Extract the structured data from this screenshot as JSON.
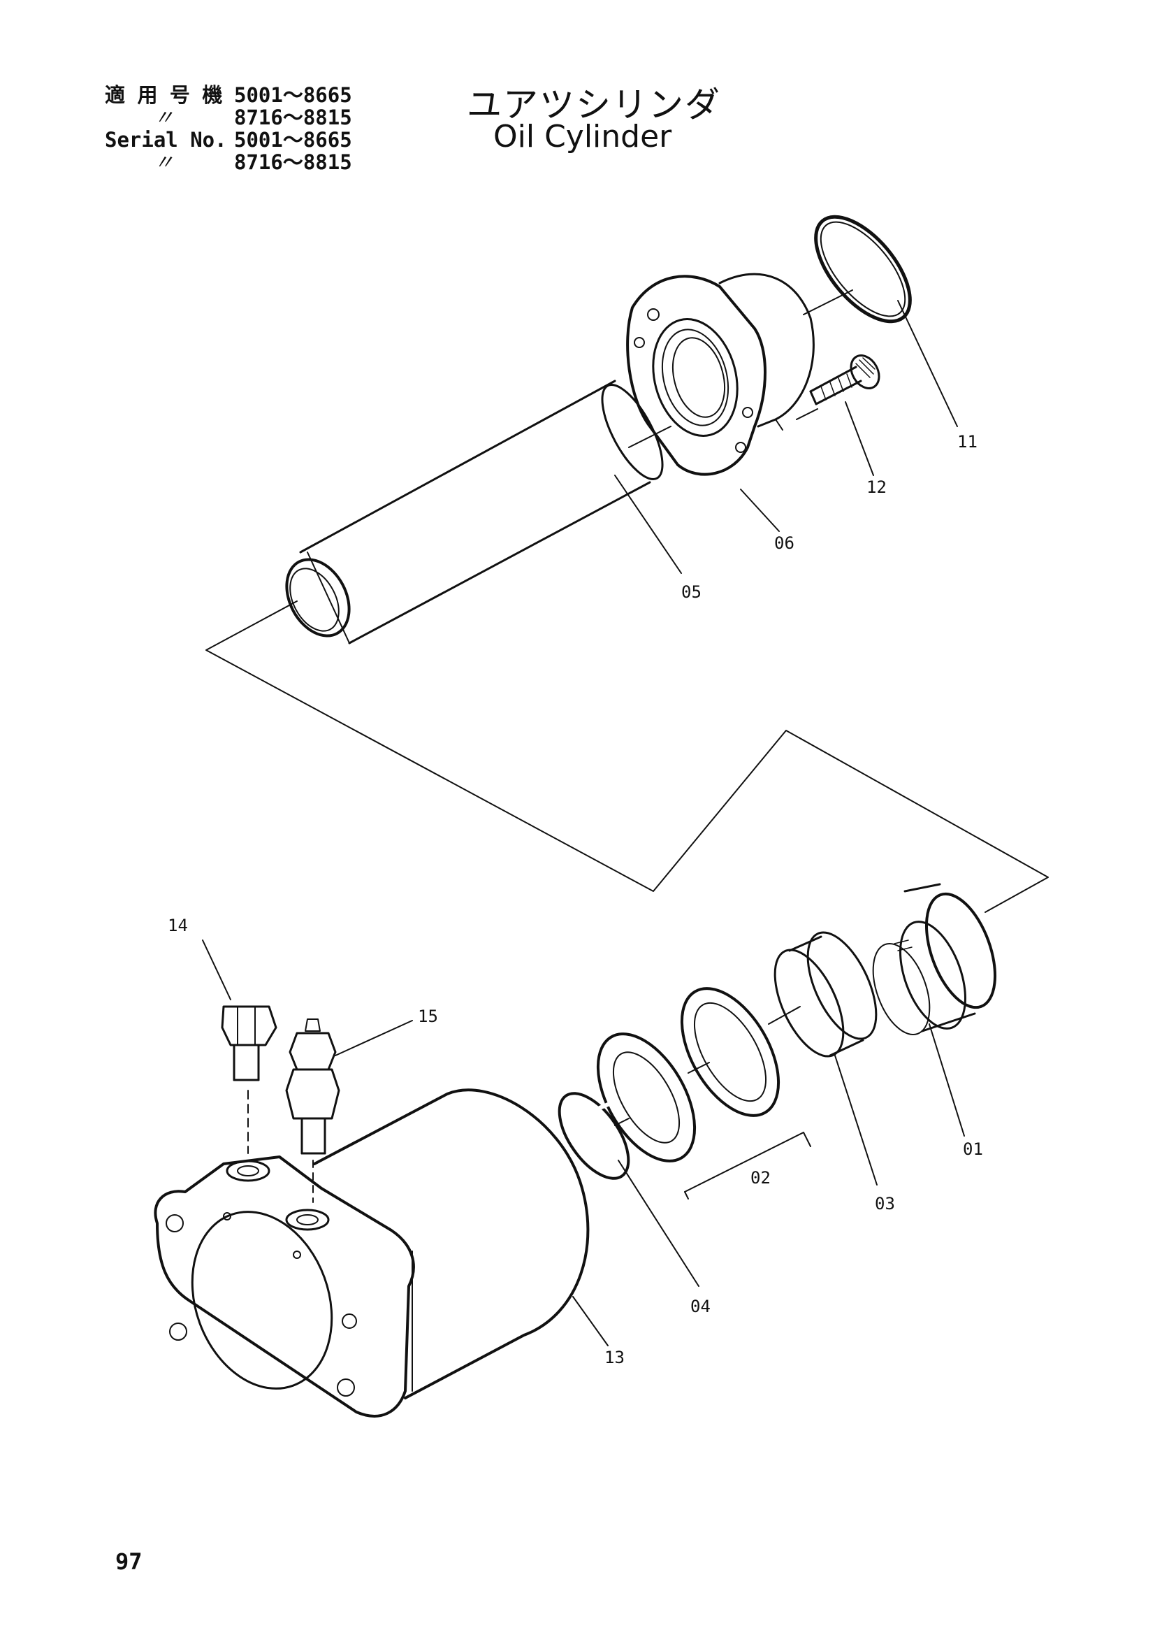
{
  "header": {
    "serial_rows": [
      {
        "label": "適 用 号 機",
        "ditto": false,
        "range": "5001～8665"
      },
      {
        "label": "〃",
        "ditto": true,
        "range": "8716～8815"
      },
      {
        "label": "Serial No.",
        "ditto": false,
        "range": "5001～8665"
      },
      {
        "label": "〃",
        "ditto": true,
        "range": "8716～8815"
      }
    ],
    "title_jp": "ユアツシリンダ",
    "title_en": "Oil Cylinder"
  },
  "callouts": {
    "c01": "01",
    "c02": "02",
    "c03": "03",
    "c04": "04",
    "c05": "05",
    "c06": "06",
    "c11": "11",
    "c12": "12",
    "c13": "13",
    "c14": "14",
    "c15": "15"
  },
  "footer": {
    "page_number": "97"
  }
}
